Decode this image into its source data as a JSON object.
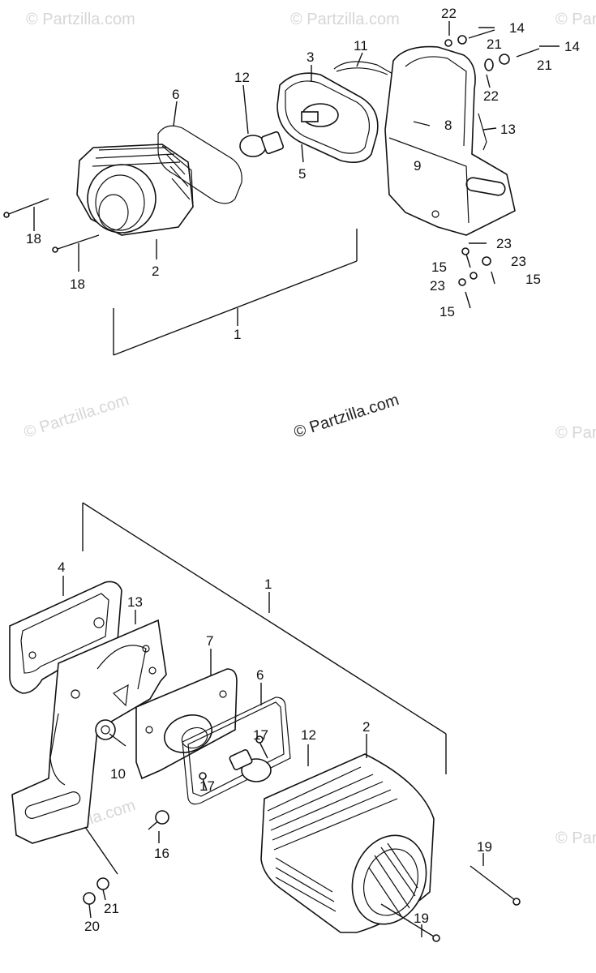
{
  "watermark": {
    "main": "© Partzilla.com",
    "faint": "© Partzilla.com"
  },
  "top_assembly": {
    "labels": {
      "l22a": "22",
      "l14a": "14",
      "l21a": "21",
      "l14b": "14",
      "l21b": "21",
      "l22b": "22",
      "l11": "11",
      "l3": "3",
      "l12": "12",
      "l6": "6",
      "l8": "8",
      "l13": "13",
      "l9": "9",
      "l5": "5",
      "l18a": "18",
      "l18b": "18",
      "l2": "2",
      "l23a": "23",
      "l15a": "15",
      "l23b": "23",
      "l23c": "23",
      "l15b": "15",
      "l15c": "15",
      "l1": "1"
    }
  },
  "bottom_assembly": {
    "labels": {
      "l4": "4",
      "l13": "13",
      "l7": "7",
      "l1": "1",
      "l6": "6",
      "l17a": "17",
      "l12": "12",
      "l2": "2",
      "l10": "10",
      "l17b": "17",
      "l16": "16",
      "l19a": "19",
      "l19b": "19",
      "l21": "21",
      "l20": "20"
    }
  }
}
